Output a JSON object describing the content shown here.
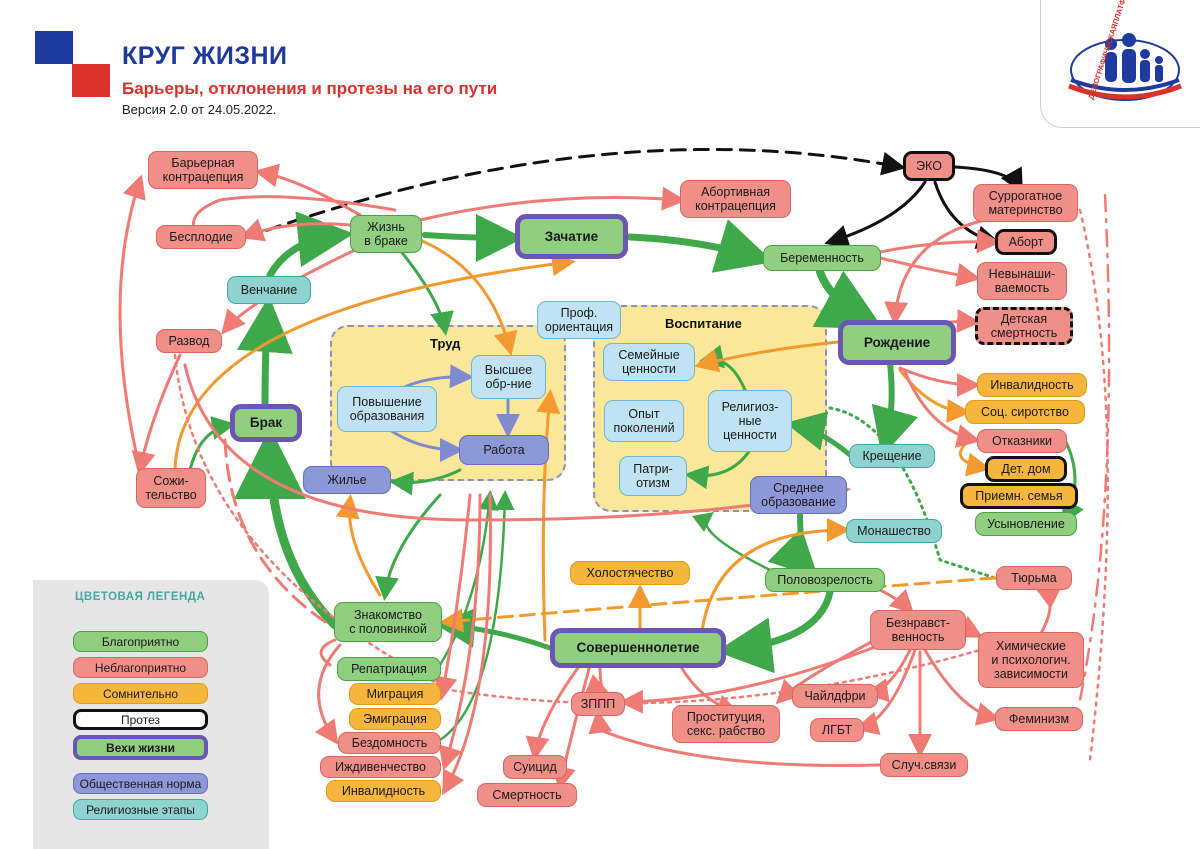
{
  "header": {
    "title": "КРУГ ЖИЗНИ",
    "subtitle": "Барьеры, отклонения и протезы на его пути",
    "version": "Версия 2.0 от 24.05.2022."
  },
  "logo": {
    "text": "ДЕМОГРАФИЧЕСКАЯПЛАТФОРМА.РФ"
  },
  "zones": {
    "trud": "Труд",
    "vospitanie": "Воспитание"
  },
  "nodes": {
    "bariernaya": "Барьерная\nконтрацепция",
    "besplodie": "Бесплодие",
    "zhizn_v_brake": "Жизнь\nв браке",
    "zachatie": "Зачатие",
    "abortivnaya": "Абортивная\nконтрацепция",
    "eko": "ЭКО",
    "surrogat": "Суррогатное\nматеринство",
    "abort": "Аборт",
    "beremennost": "Беременность",
    "nevynash": "Невынаши-\nваемость",
    "detskaya": "Детская\nсмертность",
    "venchanie": "Венчание",
    "razvod": "Развод",
    "prof": "Проф.\nориентация",
    "rozhdenie": "Рождение",
    "semeinye": "Семейные\nценности",
    "vysshee": "Высшее\nобр-ние",
    "povyshenie": "Повышение\nобразования",
    "rabota": "Работа",
    "opyt": "Опыт\nпоколений",
    "religioznye": "Религиоз-\nные\nценности",
    "patriotizm": "Патри-\nотизм",
    "invalidnost1": "Инвалидность",
    "soc_sirotstvo": "Соц. сиротство",
    "otkazniki": "Отказники",
    "det_dom": "Дет. дом",
    "priemn": "Приемн. семья",
    "usynovlenie": "Усыновление",
    "kreshchenie": "Крещение",
    "brak": "Брак",
    "sozhitelstvo": "Сожи-\nтельство",
    "zhilie": "Жилье",
    "srednee": "Среднее\nобразование",
    "monashestvo": "Монашество",
    "holostyachestvo": "Холостячество",
    "polovozrelost": "Половозрелость",
    "tyurma": "Тюрьма",
    "znakomstvo": "Знакомство\nс половинкой",
    "sovershennoletie": "Совершеннолетие",
    "bezniravst": "Безнравст-\nвенность",
    "himicheskie": "Химические\nи психологич.\nзависимости",
    "repatriaciya": "Репатриация",
    "migraciya": "Миграция",
    "emigraciya": "Эмиграция",
    "bezdomnost": "Бездомность",
    "izhdivenchestvo": "Иждивенчество",
    "invalidnost2": "Инвалидность",
    "zppp": "ЗППП",
    "prostituciya": "Проституция,\nсекс. рабство",
    "chaildfri": "Чайлдфри",
    "lgbt": "ЛГБТ",
    "feminizm": "Феминизм",
    "suicid": "Суицид",
    "smertnost": "Смертность",
    "sluch": "Случ.связи"
  },
  "legend": {
    "title": "ЦВЕТОВАЯ ЛЕГЕНДА",
    "items": [
      "Благоприятно",
      "Неблагоприятно",
      "Сомнительно",
      "Протез",
      "Вехи жизни",
      "Общественная норма",
      "Религиозные этапы"
    ]
  },
  "colors": {
    "favorable": "#4caf50",
    "unfavorable": "#ef7b74",
    "doubtful": "#f39a2e",
    "prosthesis": "#111111",
    "milestone_border": "#6b56b3",
    "norm": "#8d98d9",
    "religious": "#8fd3d0",
    "brand_blue": "#1f3a9e",
    "brand_red": "#d8322a"
  }
}
